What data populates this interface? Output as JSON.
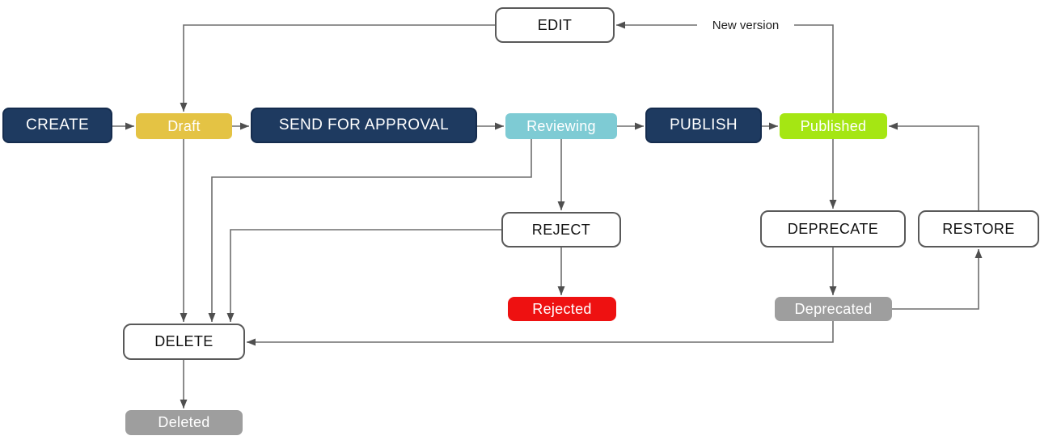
{
  "diagram": {
    "nodes": {
      "create": {
        "label": "CREATE",
        "kind": "action",
        "color": "#1e3a60",
        "text_color": "#ffffff"
      },
      "draft": {
        "label": "Draft",
        "kind": "state",
        "color": "#e4c344",
        "text_color": "#ffffff"
      },
      "send_for_approval": {
        "label": "SEND FOR APPROVAL",
        "kind": "action",
        "color": "#1e3a60",
        "text_color": "#ffffff"
      },
      "reviewing": {
        "label": "Reviewing",
        "kind": "state",
        "color": "#7ecbd4",
        "text_color": "#ffffff"
      },
      "publish": {
        "label": "PUBLISH",
        "kind": "action",
        "color": "#1e3a60",
        "text_color": "#ffffff"
      },
      "published": {
        "label": "Published",
        "kind": "state",
        "color": "#a5e613",
        "text_color": "#ffffff"
      },
      "edit": {
        "label": "EDIT",
        "kind": "action-outline",
        "color": "#ffffff",
        "text_color": "#111111"
      },
      "reject": {
        "label": "REJECT",
        "kind": "action-outline",
        "color": "#ffffff",
        "text_color": "#111111"
      },
      "rejected": {
        "label": "Rejected",
        "kind": "state",
        "color": "#ee1111",
        "text_color": "#ffffff"
      },
      "deprecate": {
        "label": "DEPRECATE",
        "kind": "action-outline",
        "color": "#ffffff",
        "text_color": "#111111"
      },
      "restore": {
        "label": "RESTORE",
        "kind": "action-outline",
        "color": "#ffffff",
        "text_color": "#111111"
      },
      "deprecated": {
        "label": "Deprecated",
        "kind": "state",
        "color": "#9e9e9e",
        "text_color": "#ffffff"
      },
      "delete": {
        "label": "DELETE",
        "kind": "action-outline",
        "color": "#ffffff",
        "text_color": "#111111"
      },
      "deleted": {
        "label": "Deleted",
        "kind": "state",
        "color": "#9e9e9e",
        "text_color": "#ffffff"
      }
    },
    "edges": [
      {
        "from": "create",
        "to": "draft"
      },
      {
        "from": "draft",
        "to": "send_for_approval"
      },
      {
        "from": "send_for_approval",
        "to": "reviewing"
      },
      {
        "from": "reviewing",
        "to": "publish"
      },
      {
        "from": "publish",
        "to": "published"
      },
      {
        "from": "published",
        "to": "edit",
        "label": "New version"
      },
      {
        "from": "edit",
        "to": "draft"
      },
      {
        "from": "draft",
        "to": "delete"
      },
      {
        "from": "reviewing",
        "to": "reject"
      },
      {
        "from": "reject",
        "to": "rejected"
      },
      {
        "from": "reviewing",
        "to": "delete"
      },
      {
        "from": "reject",
        "to": "delete"
      },
      {
        "from": "published",
        "to": "deprecate"
      },
      {
        "from": "deprecate",
        "to": "deprecated"
      },
      {
        "from": "deprecated",
        "to": "restore"
      },
      {
        "from": "restore",
        "to": "published"
      },
      {
        "from": "deprecated",
        "to": "delete"
      },
      {
        "from": "delete",
        "to": "deleted"
      }
    ],
    "edge_labels": {
      "new_version": "New version"
    },
    "colors": {
      "action_primary_bg": "#1e3a60",
      "draft_bg": "#e4c344",
      "reviewing_bg": "#7ecbd4",
      "published_bg": "#a5e613",
      "rejected_bg": "#ee1111",
      "gray_state_bg": "#9e9e9e",
      "outline_box_border": "#595959",
      "line": "#6e6e6e",
      "arrowhead": "#4f4f4f",
      "background": "#ffffff"
    }
  }
}
